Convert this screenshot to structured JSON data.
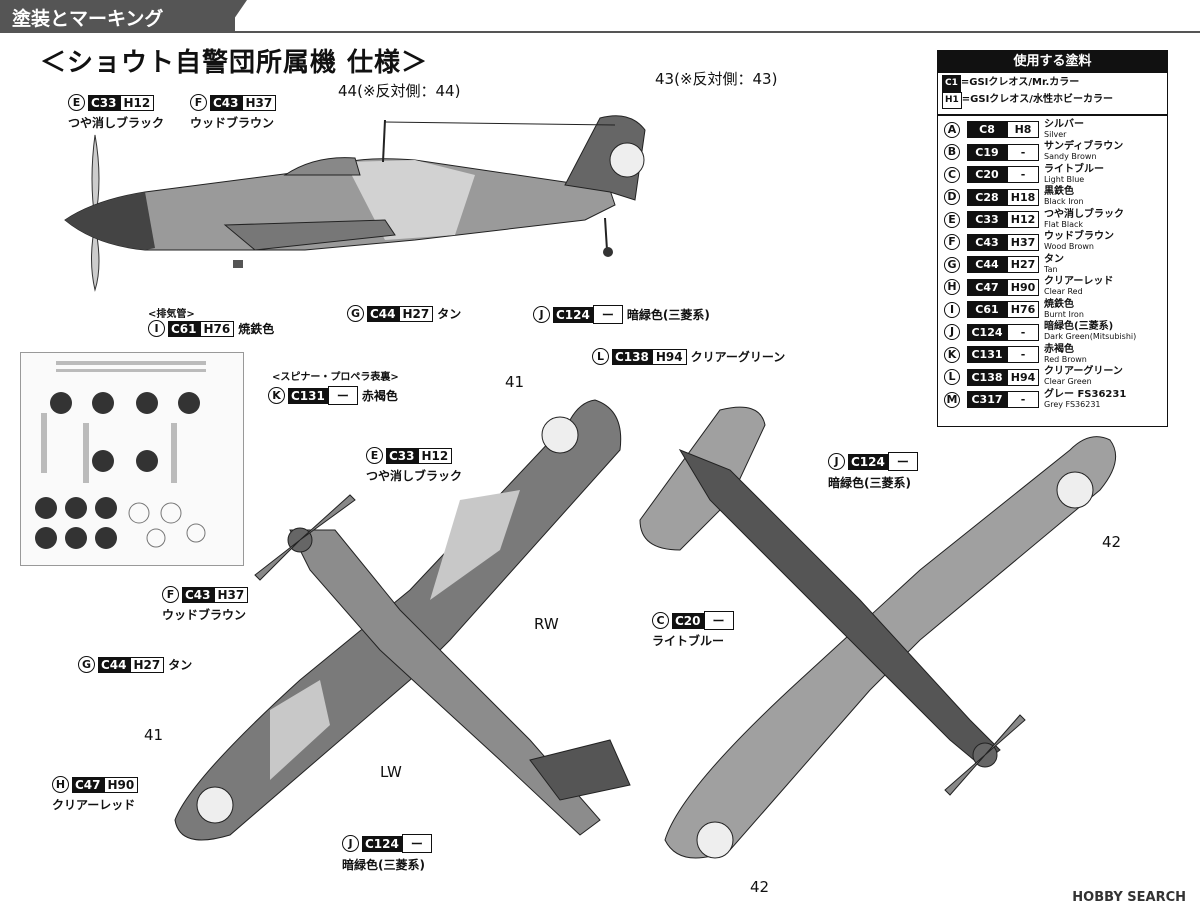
{
  "header": {
    "section_title": "塗装とマーキング"
  },
  "title": "＜ショウト自警団所属機 仕様＞",
  "side_view": {
    "callout_E": {
      "letter": "E",
      "c": "C33",
      "h": "H12",
      "name": "つや消しブラック"
    },
    "callout_F": {
      "letter": "F",
      "c": "C43",
      "h": "H37",
      "name": "ウッドブラウン"
    },
    "decal_44": "44(※反対側：44)",
    "decal_43": "43(※反対側：43)",
    "exhaust_note": "<排気管>",
    "callout_I": {
      "letter": "I",
      "c": "C61",
      "h": "H76",
      "name": "焼鉄色"
    },
    "callout_G": {
      "letter": "G",
      "c": "C44",
      "h": "H27",
      "name": "タン"
    },
    "callout_J": {
      "letter": "J",
      "c": "C124",
      "h": "ー",
      "name": "暗緑色(三菱系)"
    }
  },
  "top_view": {
    "spinner_note": "<スピナー・プロペラ表裏>",
    "callout_K": {
      "letter": "K",
      "c": "C131",
      "h": "ー",
      "name": "赤褐色"
    },
    "callout_L": {
      "letter": "L",
      "c": "C138",
      "h": "H94",
      "name": "クリアーグリーン"
    },
    "callout_E": {
      "letter": "E",
      "c": "C33",
      "h": "H12",
      "name": "つや消しブラック"
    },
    "callout_F": {
      "letter": "F",
      "c": "C43",
      "h": "H37",
      "name": "ウッドブラウン"
    },
    "callout_G": {
      "letter": "G",
      "c": "C44",
      "h": "H27",
      "name": "タン"
    },
    "callout_H": {
      "letter": "H",
      "c": "C47",
      "h": "H90",
      "name": "クリアーレッド"
    },
    "callout_J": {
      "letter": "J",
      "c": "C124",
      "h": "ー",
      "name": "暗緑色(三菱系)"
    },
    "decal_41a": "41",
    "decal_41b": "41",
    "label_rw": "RW",
    "label_lw": "LW"
  },
  "bottom_view": {
    "callout_J": {
      "letter": "J",
      "c": "C124",
      "h": "ー",
      "name": "暗緑色(三菱系)"
    },
    "callout_C": {
      "letter": "C",
      "c": "C20",
      "h": "ー",
      "name": "ライトブルー"
    },
    "decal_42a": "42",
    "decal_42b": "42"
  },
  "legend": {
    "title": "使用する塗料",
    "note_c1_tag": "C1",
    "note_c1_text": "=GSIクレオス/Mr.カラー",
    "note_h1_tag": "H1",
    "note_h1_text": "=GSIクレオス/水性ホビーカラー",
    "rows": [
      {
        "letter": "A",
        "c": "C8",
        "h": "H8",
        "jp": "シルバー",
        "en": "Silver"
      },
      {
        "letter": "B",
        "c": "C19",
        "h": "-",
        "jp": "サンディブラウン",
        "en": "Sandy Brown"
      },
      {
        "letter": "C",
        "c": "C20",
        "h": "-",
        "jp": "ライトブルー",
        "en": "Light Blue"
      },
      {
        "letter": "D",
        "c": "C28",
        "h": "H18",
        "jp": "黒鉄色",
        "en": "Black Iron"
      },
      {
        "letter": "E",
        "c": "C33",
        "h": "H12",
        "jp": "つや消しブラック",
        "en": "Flat Black"
      },
      {
        "letter": "F",
        "c": "C43",
        "h": "H37",
        "jp": "ウッドブラウン",
        "en": "Wood Brown"
      },
      {
        "letter": "G",
        "c": "C44",
        "h": "H27",
        "jp": "タン",
        "en": "Tan"
      },
      {
        "letter": "H",
        "c": "C47",
        "h": "H90",
        "jp": "クリアーレッド",
        "en": "Clear Red"
      },
      {
        "letter": "I",
        "c": "C61",
        "h": "H76",
        "jp": "焼鉄色",
        "en": "Burnt Iron"
      },
      {
        "letter": "J",
        "c": "C124",
        "h": "-",
        "jp": "暗緑色(三菱系)",
        "en": "Dark Green(Mitsubishi)"
      },
      {
        "letter": "K",
        "c": "C131",
        "h": "-",
        "jp": "赤褐色",
        "en": "Red Brown"
      },
      {
        "letter": "L",
        "c": "C138",
        "h": "H94",
        "jp": "クリアーグリーン",
        "en": "Clear Green"
      },
      {
        "letter": "M",
        "c": "C317",
        "h": "-",
        "jp": "グレー FS36231",
        "en": "Grey FS36231"
      }
    ]
  },
  "watermark": "HOBBY SEARCH",
  "colors": {
    "dark_green": "#5a5a5a",
    "tan": "#b9b9b9",
    "black": "#111111",
    "header": "#555555"
  }
}
